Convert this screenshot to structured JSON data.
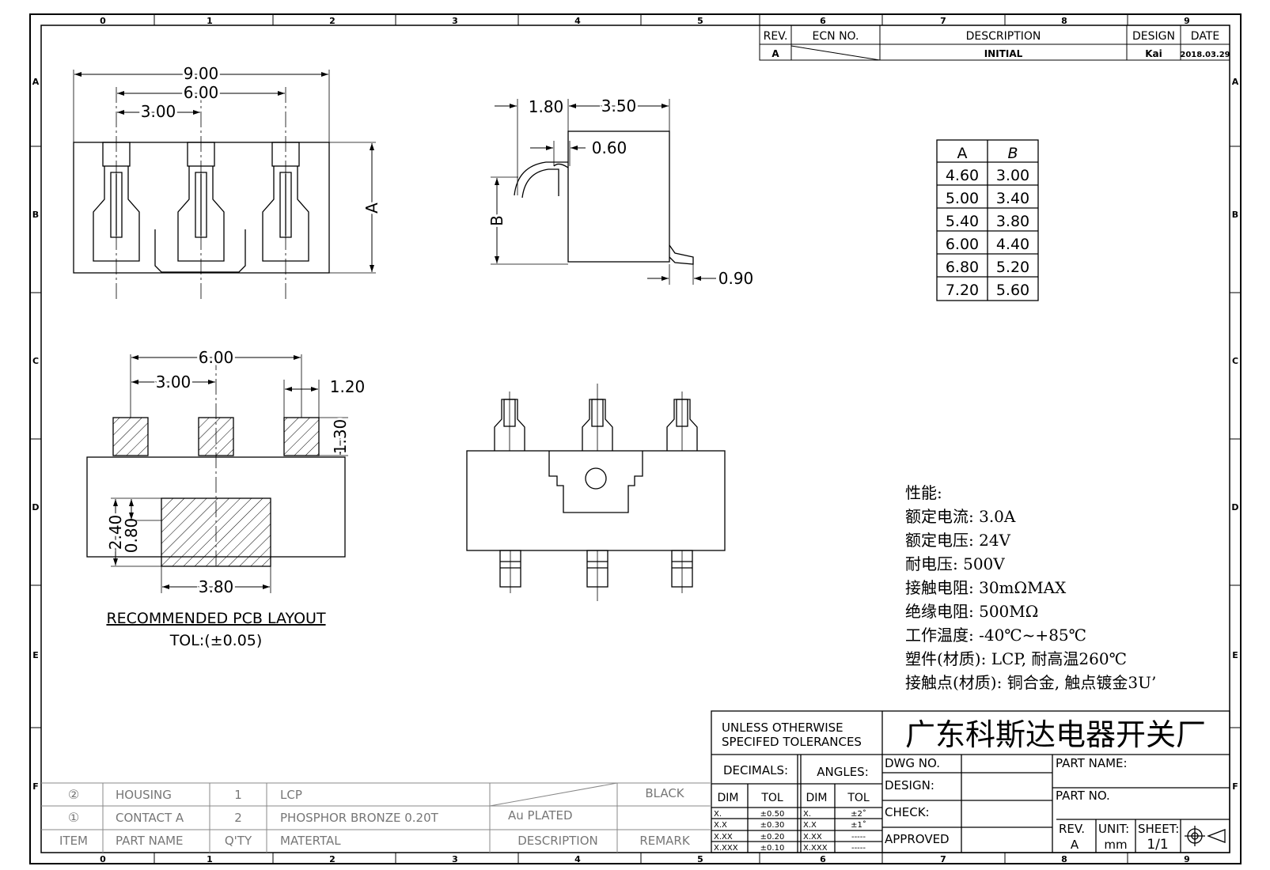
{
  "frame": {
    "col_labels": [
      "0",
      "1",
      "2",
      "3",
      "4",
      "5",
      "6",
      "7",
      "8",
      "9"
    ],
    "row_labels": [
      "A",
      "B",
      "C",
      "D",
      "E",
      "F"
    ]
  },
  "revision": {
    "headers": {
      "rev": "REV.",
      "ecn": "ECN NO.",
      "description": "DESCRIPTION",
      "design": "DESIGN",
      "date": "DATE"
    },
    "row": {
      "rev": "A",
      "description": "INITIAL",
      "design": "Kai",
      "date": "2018.03.29"
    }
  },
  "top_view": {
    "d1": "9.00",
    "d2": "6.00",
    "d3": "3.00",
    "d4": "A"
  },
  "side_view": {
    "d1": "1.80",
    "d2": "3.50",
    "d3": "0.60",
    "d4": "B",
    "d5": "0.90"
  },
  "ab_table": {
    "headers": [
      "A",
      "B"
    ],
    "rows": [
      [
        "4.60",
        "3.00"
      ],
      [
        "5.00",
        "3.40"
      ],
      [
        "5.40",
        "3.80"
      ],
      [
        "6.00",
        "4.40"
      ],
      [
        "6.80",
        "5.20"
      ],
      [
        "7.20",
        "5.60"
      ]
    ]
  },
  "pcb_layout": {
    "d1": "6.00",
    "d2": "3.00",
    "d3": "1.20",
    "d4": "1.30",
    "d5": "2.40",
    "d6": "0.80",
    "d7": "3.80",
    "title": "RECOMMENDED PCB LAYOUT",
    "tol": "TOL:(±0.05)"
  },
  "specs": [
    "性能:",
    "额定电流: 3.0A",
    "额定电压: 24V",
    "耐电压: 500V",
    "接触电阻: 30mΩMAX",
    "绝缘电阻: 500MΩ",
    "工作温度: -40℃~+85℃",
    "塑件(材质): LCP, 耐高温260℃",
    "接触点(材质): 铜合金, 触点镀金3U’"
  ],
  "title_block": {
    "unless": "UNLESS OTHERWISE",
    "specified": "SPECIFED TOLERANCES",
    "company": "广东科斯达电器开关厂",
    "decimals": "DECIMALS:",
    "angles": "ANGLES:",
    "dim": "DIM",
    "tol": "TOL",
    "dec_rows": [
      [
        "X.",
        "±0.50"
      ],
      [
        "X.X",
        "±0.30"
      ],
      [
        "X.XX",
        "±0.20"
      ],
      [
        "X.XXX",
        "±0.10"
      ]
    ],
    "ang_rows": [
      [
        "X.",
        "±2˚"
      ],
      [
        "X.X",
        "±1˚"
      ],
      [
        "X.XX",
        "-----"
      ],
      [
        "X.XXX",
        "-----"
      ]
    ],
    "dwg_no": "DWG NO.",
    "design": "DESIGN:",
    "check": "CHECK:",
    "approved": "APPROVED",
    "part_name": "PART NAME:",
    "part_no": "PART NO.",
    "rev_label": "REV.",
    "rev_value": "A",
    "unit_label": "UNIT:",
    "unit_value": "mm",
    "sheet_label": "SHEET:",
    "sheet_value": "1/1"
  },
  "bom": {
    "rows": [
      {
        "item": "②",
        "name": "HOUSING",
        "qty": "1",
        "material": "LCP",
        "description": "",
        "remark": "BLACK"
      },
      {
        "item": "①",
        "name": "CONTACT A",
        "qty": "2",
        "material": "PHOSPHOR BRONZE 0.20T",
        "description": "Au PLATED",
        "remark": ""
      }
    ],
    "header": {
      "item": "ITEM",
      "name": "PART NAME",
      "qty": "Q'TY",
      "material": "MATERTAL",
      "description": "DESCRIPTION",
      "remark": "REMARK"
    }
  }
}
